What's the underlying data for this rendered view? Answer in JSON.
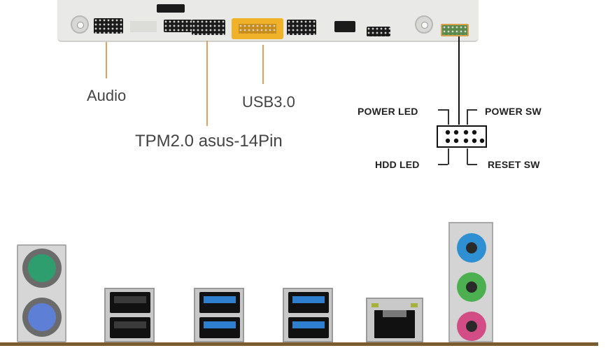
{
  "labels": {
    "audio": "Audio",
    "usb30": "USB3.0",
    "tpm": "TPM2.0 asus-14Pin"
  },
  "front_panel": {
    "power_led": "POWER LED",
    "power_sw": "POWER SW",
    "hdd_led": "HDD LED",
    "reset_sw": "RESET SW"
  },
  "colors": {
    "leader_line": "#e3a15b",
    "usb3_header": "#f0b229",
    "usb3_port": "#2e7fd0",
    "ps2_keyboard": "#5e7fd6",
    "ps2_mouse": "#2f9e6f",
    "audio_line_in": "#2f8fd3",
    "audio_line_out": "#4caf50",
    "audio_mic": "#d24c85"
  },
  "icons": {
    "ps2_mouse": "ps2-mouse-port-icon",
    "ps2_keyboard": "ps2-keyboard-port-icon",
    "ethernet": "rj45-ethernet-port-icon"
  }
}
